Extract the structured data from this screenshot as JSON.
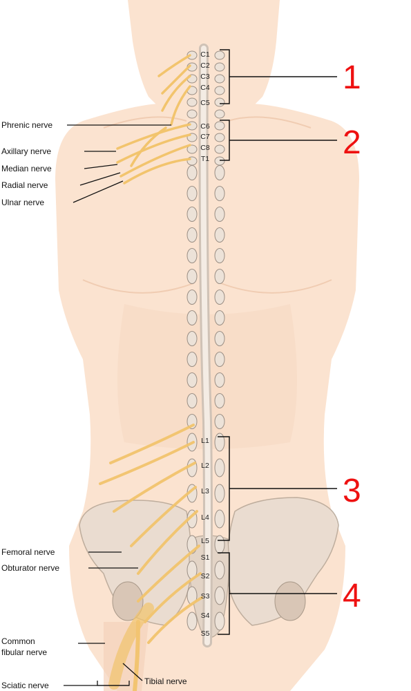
{
  "segments": {
    "cervical": [
      "C1",
      "C2",
      "C3",
      "C4",
      "C5",
      "C6",
      "C7",
      "C8"
    ],
    "thoracic": [
      "T1"
    ],
    "lumbar": [
      "L1",
      "L2",
      "L3",
      "L4",
      "L5"
    ],
    "sacral": [
      "S1",
      "S2",
      "S3",
      "S4",
      "S5"
    ]
  },
  "nerves": {
    "phrenic": "Phrenic nerve",
    "axillary": "Axillary nerve",
    "median": "Median nerve",
    "radial": "Radial nerve",
    "ulnar": "Ulnar nerve",
    "femoral": "Femoral nerve",
    "obturator": "Obturator nerve",
    "common_fibular_line1": "Common",
    "common_fibular_line2": "fibular nerve",
    "sciatic": "Sciatic nerve",
    "tibial": "Tibial nerve"
  },
  "regions": [
    "1",
    "2",
    "3",
    "4"
  ],
  "colors": {
    "skin": "#fbe3d0",
    "skin_shade": "#f3d2bb",
    "nerve": "#f2c46d",
    "bone": "#e9dcd0",
    "region_label": "#ee1111",
    "leader": "#111111"
  }
}
